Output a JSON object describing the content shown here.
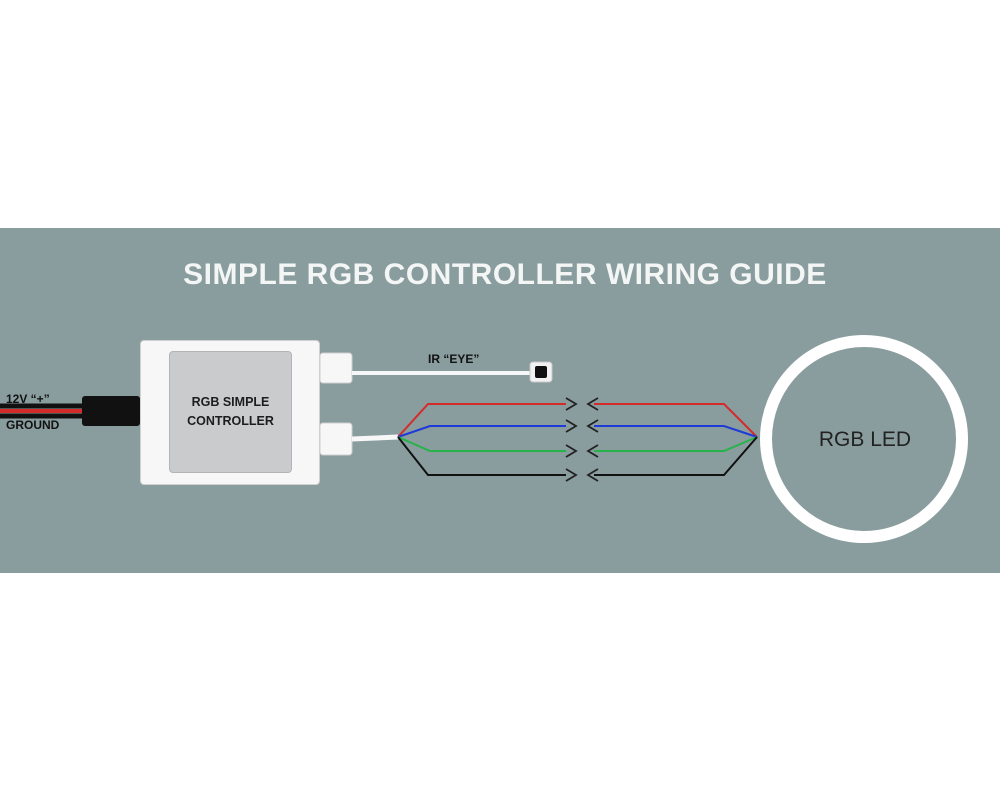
{
  "title": "SIMPLE RGB CONTROLLER WIRING GUIDE",
  "controller": {
    "label": "RGB SIMPLE\nCONTROLLER"
  },
  "power": {
    "positive_label": "12V “+”",
    "ground_label": "GROUND"
  },
  "ir": {
    "label": "IR “EYE”"
  },
  "led": {
    "label": "RGB LED"
  },
  "colors": {
    "background_panel": "#8a9d9e",
    "title_text": "#f4f6f6",
    "wire_red": "#d42a2a",
    "wire_blue": "#1f3ad6",
    "wire_green": "#27b24a",
    "wire_black": "#111111",
    "led_ring": "#ffffff"
  }
}
